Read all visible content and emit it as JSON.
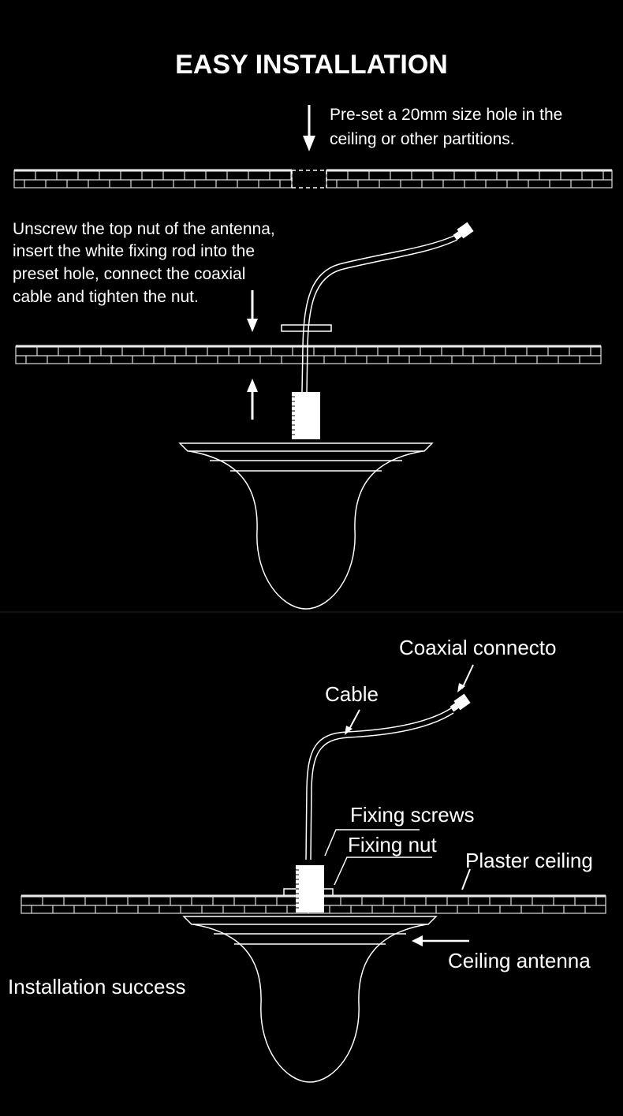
{
  "title": "EASY INSTALLATION",
  "step1": {
    "lines": [
      "Pre-set a 20mm size hole in the",
      "ceiling or other partitions."
    ]
  },
  "step2": {
    "lines": [
      "Unscrew the top nut of the antenna,",
      "insert the white fixing rod into the",
      "preset hole, connect the coaxial",
      "cable and tighten the nut."
    ]
  },
  "step3": {
    "labels": {
      "coaxial_connector": "Coaxial connecto",
      "cable": "Cable",
      "fixing_screws": "Fixing screws",
      "fixing_nut": "Fixing nut",
      "plaster_ceiling": "Plaster ceiling",
      "ceiling_antenna": "Ceiling antenna"
    },
    "result": "Installation success"
  },
  "colors": {
    "background": "#000000",
    "line": "#ffffff"
  }
}
